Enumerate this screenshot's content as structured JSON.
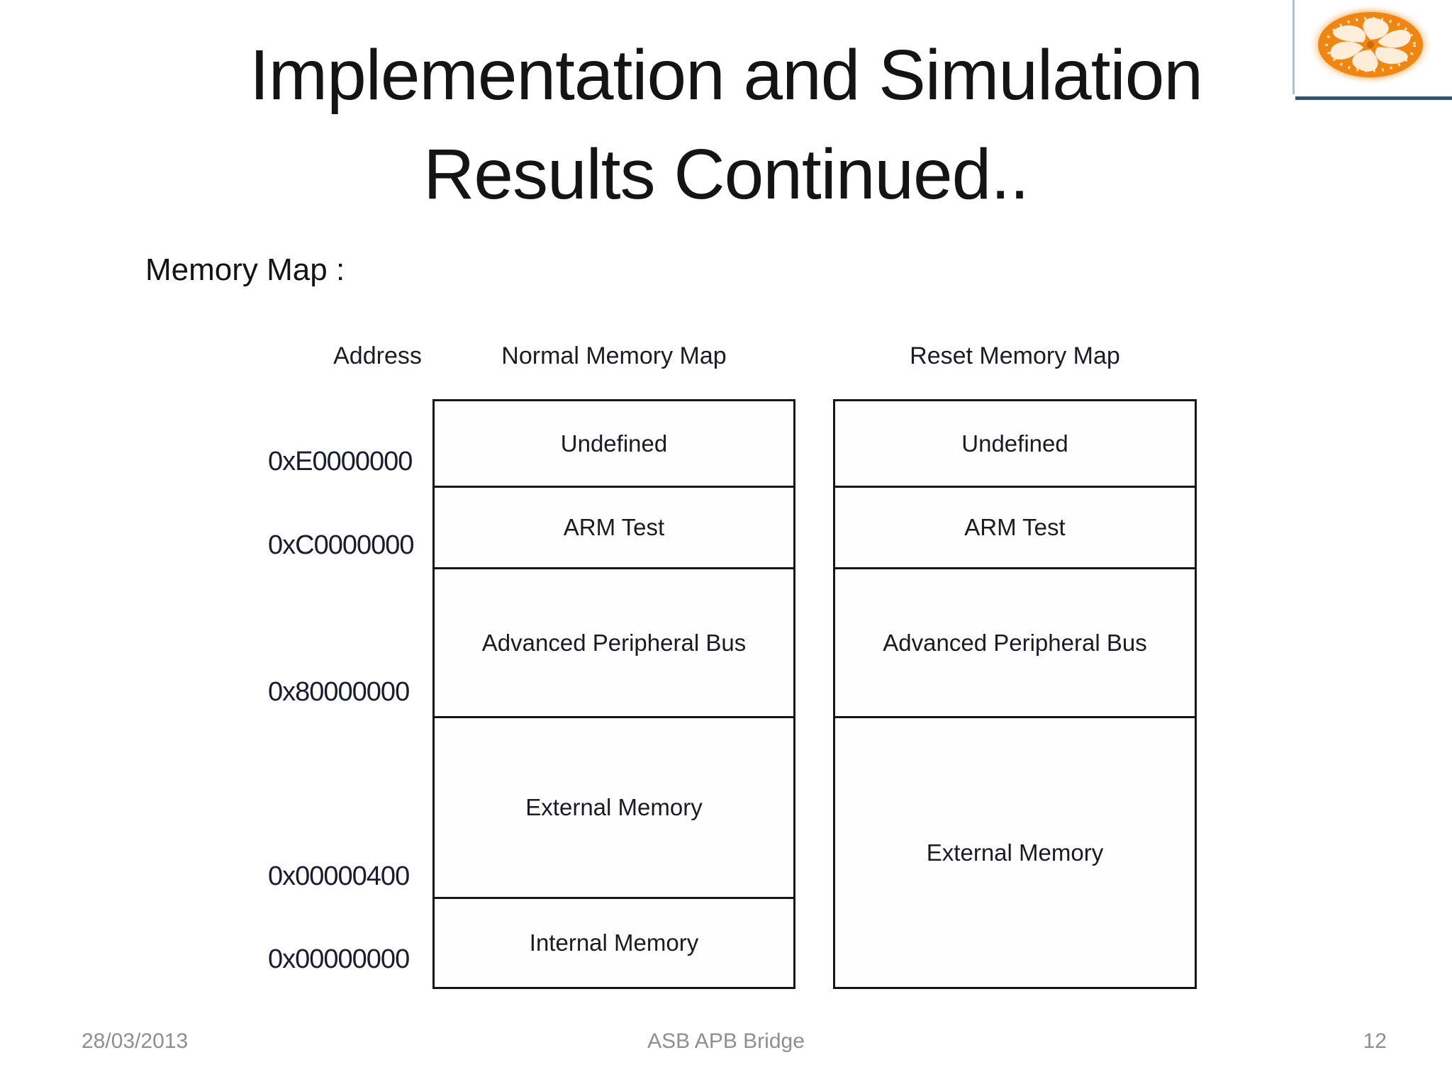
{
  "slide": {
    "title_line1": "Implementation and Simulation",
    "title_line2": "Results Continued..",
    "section_label": "Memory Map :"
  },
  "memory_map": {
    "address_header": "Address",
    "addresses": [
      "0xE0000000",
      "0xC0000000",
      "0x80000000",
      "0x00000400",
      "0x00000000"
    ],
    "normal": {
      "header": "Normal Memory Map",
      "segments": [
        "Undefined",
        "ARM Test",
        "Advanced Peripheral Bus",
        "External Memory",
        "Internal Memory"
      ]
    },
    "reset": {
      "header": "Reset Memory Map",
      "segments": [
        "Undefined",
        "ARM Test",
        "Advanced Peripheral Bus",
        "External Memory"
      ]
    }
  },
  "footer": {
    "date": "28/03/2013",
    "project": "ASB APB Bridge",
    "page": "12"
  },
  "logo": {
    "name": "institution-emblem"
  },
  "colors": {
    "box_border": "#161616",
    "label_text": "#1b1b26",
    "footer_gray": "#8f8f8f",
    "logo_orange": "#ef8612",
    "logo_rule_navy": "#35526f",
    "logo_rule_blue": "#a9c2dd"
  }
}
